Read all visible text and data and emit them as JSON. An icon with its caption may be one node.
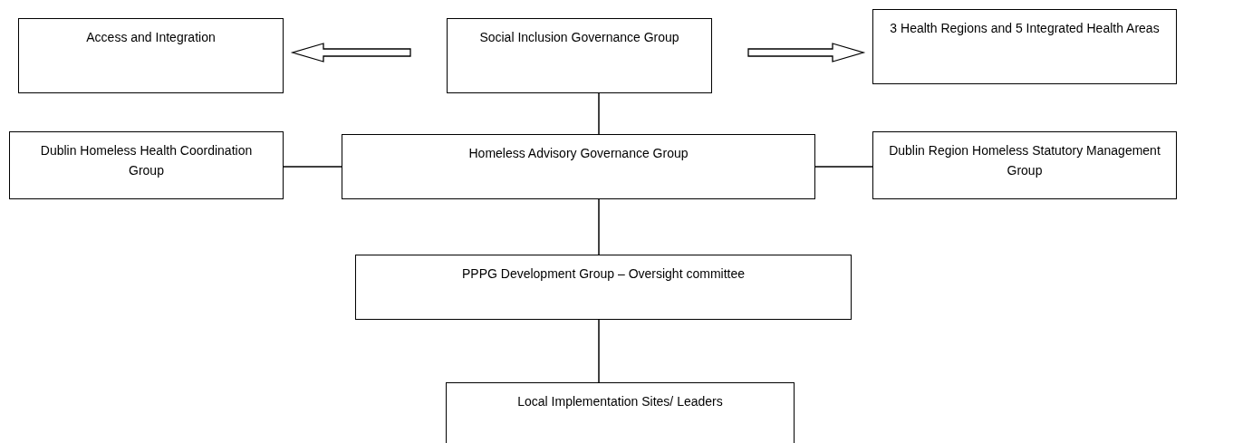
{
  "diagram": {
    "nodes": [
      {
        "text": [
          "Access and Integration"
        ]
      },
      {
        "text": [
          "Social Inclusion Governance Group"
        ]
      },
      {
        "text": [
          "3 Health Regions  and 5 Integrated Health Areas"
        ]
      },
      {
        "text": [
          "Dublin Homeless Health Coordination Group"
        ]
      },
      {
        "text": [
          "Homeless Advisory Governance Group"
        ]
      },
      {
        "text": [
          "Dublin Region Homeless Statutory Management Group"
        ]
      },
      {
        "text": [
          "PPPG Development Group – Oversight committee"
        ]
      },
      {
        "text": [
          "Local Implementation Sites/ Leaders"
        ]
      }
    ],
    "edges": [
      {
        "from": 1,
        "to": 0,
        "arrow": "to",
        "style": "thick"
      },
      {
        "from": 1,
        "to": 2,
        "arrow": "to",
        "style": "thick"
      },
      {
        "from": 1,
        "to": 4,
        "arrow": "none"
      },
      {
        "from": 3,
        "to": 4,
        "arrow": "none"
      },
      {
        "from": 4,
        "to": 5,
        "arrow": "none"
      },
      {
        "from": 4,
        "to": 6,
        "arrow": "none"
      },
      {
        "from": 6,
        "to": 7,
        "arrow": "none"
      }
    ]
  }
}
